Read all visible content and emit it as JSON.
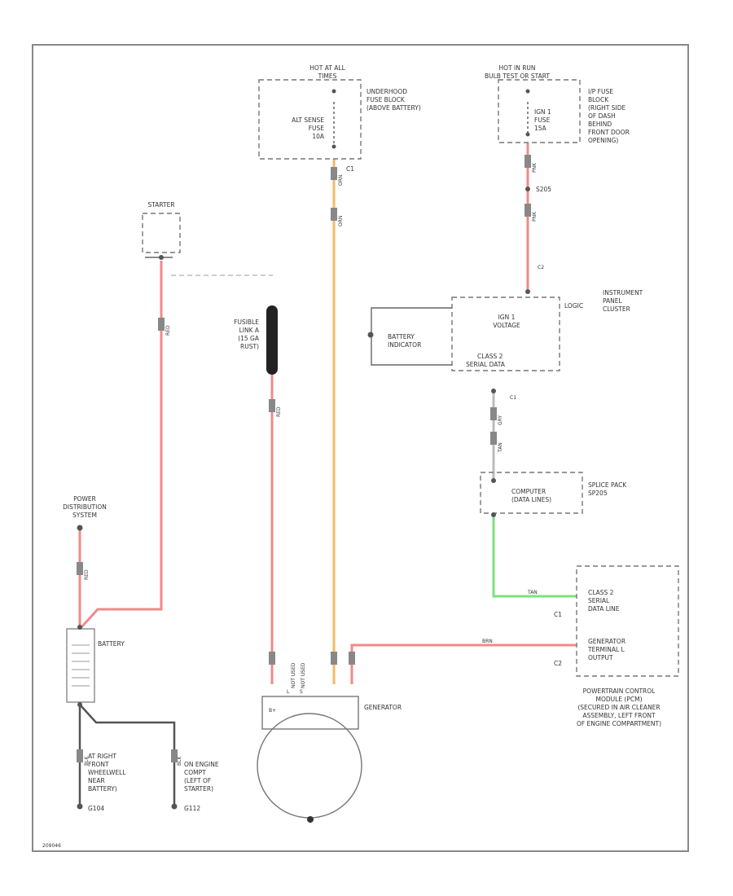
{
  "colors": {
    "red_wire": "#f08a8a",
    "orange_wire": "#f5b96a",
    "green_wire": "#7ee07e",
    "ground_wire": "#555555",
    "frame": "#888888"
  },
  "labels": {
    "hot_at_all": "HOT AT ALL",
    "times": "TIMES",
    "underhood_fuse_block_1": "UNDERHOOD",
    "underhood_fuse_block_2": "FUSE BLOCK",
    "underhood_fuse_block_3": "(ABOVE BATTERY)",
    "alt_sense_1": "ALT SENSE",
    "alt_sense_2": "FUSE",
    "alt_sense_3": "10A",
    "c1_upper": "C1",
    "hot_in_run_1": "HOT IN RUN",
    "hot_in_run_2": "BULB TEST OR START",
    "ip_fuse_1": "I/P FUSE",
    "ip_fuse_2": "BLOCK",
    "ip_fuse_3": "(RIGHT SIDE",
    "ip_fuse_4": "OF DASH",
    "ip_fuse_5": "BEHIND",
    "ip_fuse_6": "FRONT DOOR",
    "ip_fuse_7": "OPENING)",
    "ign1_1": "IGN 1",
    "ign1_2": "FUSE",
    "ign1_3": "15A",
    "splice_s205": "S205",
    "c2_cluster": "C2",
    "starter": "STARTER",
    "fusible_1": "FUSIBLE",
    "fusible_2": "LINK A",
    "fusible_3": "(15 GA",
    "fusible_4": "RUST)",
    "instrument_1": "INSTRUMENT",
    "instrument_2": "PANEL",
    "instrument_3": "CLUSTER",
    "logic": "LOGIC",
    "ign1_voltage_1": "IGN 1",
    "ign1_voltage_2": "VOLTAGE",
    "battery_indicator_1": "BATTERY",
    "battery_indicator_2": "INDICATOR",
    "class2_cluster_1": "CLASS 2",
    "class2_cluster_2": "SERIAL DATA",
    "c1_cluster": "C1",
    "computer_1": "COMPUTER",
    "computer_2": "(DATA LINES)",
    "splice_pack_1": "SPLICE PACK",
    "splice_pack_2": "SP205",
    "power_dist_1": "POWER",
    "power_dist_2": "DISTRIBUTION",
    "power_dist_3": "SYSTEM",
    "c1_pcm": "C1",
    "c2_pcm": "C2",
    "class2_pcm_1": "CLASS 2",
    "class2_pcm_2": "SERIAL",
    "class2_pcm_3": "DATA LINE",
    "gen_term_1": "GENERATOR",
    "gen_term_2": "TERMINAL L",
    "gen_term_3": "OUTPUT",
    "battery": "BATTERY",
    "not_used_1": "NOT USED",
    "not_used_2": "NOT USED",
    "generator": "GENERATOR",
    "pcm_1": "POWERTRAIN CONTROL",
    "pcm_2": "MODULE (PCM)",
    "pcm_3": "(SECURED IN AIR CLEANER",
    "pcm_4": "ASSEMBLY, LEFT FRONT",
    "pcm_5": "OF ENGINE COMPARTMENT)",
    "gnd1_1": "AT RIGHT",
    "gnd1_2": "FRONT",
    "gnd1_3": "WHEELWELL",
    "gnd1_4": "NEAR",
    "gnd1_5": "BATTERY)",
    "gnd1_6": "G104",
    "gnd2_1": "ON ENGINE",
    "gnd2_2": "COMPT",
    "gnd2_3": "(LEFT OF",
    "gnd2_4": "STARTER)",
    "gnd2_5": "G112",
    "gen_pin_l": "L",
    "gen_pin_s": "S",
    "gen_pin_bplus": "B+",
    "footer_code": "209046"
  },
  "wire_tags": {
    "orange_top": "ORN",
    "orange_mid": "ORN",
    "pink_top": "PNK",
    "pink_mid": "PNK",
    "red_starter": "RED",
    "red_fusible": "RED",
    "red_battery": "RED",
    "gray_cluster": "GRY",
    "tan_upper": "TAN",
    "tan_green": "TAN",
    "brn_pcm": "BRN",
    "ground_1": "BLK",
    "ground_2": "BLK"
  }
}
